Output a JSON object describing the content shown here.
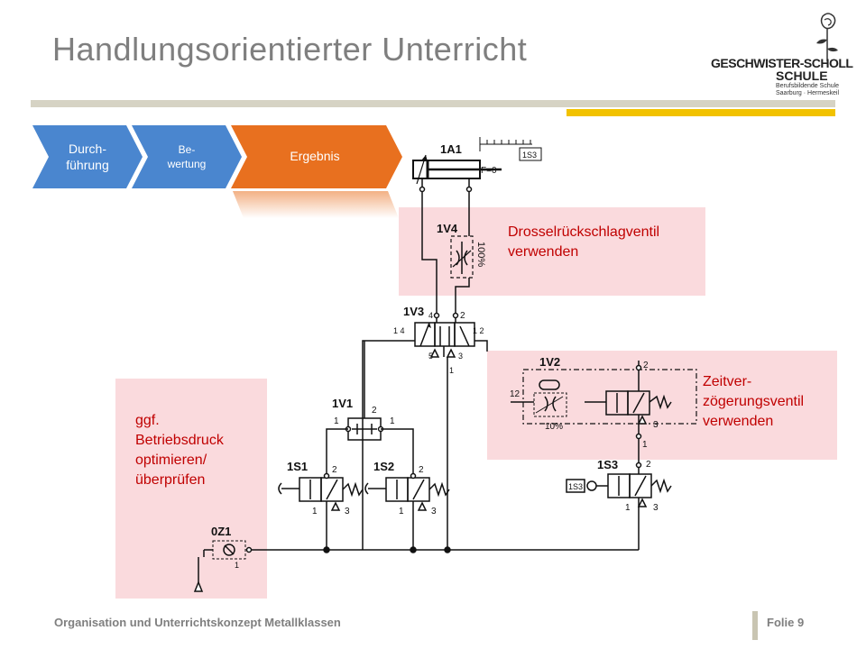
{
  "slide": {
    "title": "Handlungsorientierter Unterricht",
    "footer": "Organisation und Unterrichtskonzept Metallklassen",
    "folio": "Folie 9"
  },
  "logo": {
    "line1": "GESCHWISTER-SCHOLL",
    "line2": "SCHULE",
    "line3a": "Berufsbildende Schule",
    "line3b": "Saarburg · Hermeskeil"
  },
  "process": {
    "steps": [
      {
        "line1": "Durch-",
        "line2": "führung"
      },
      {
        "line1": "Be-",
        "line2": "wertung"
      },
      {
        "line1": "Ergebnis",
        "line2": ""
      }
    ],
    "colors": {
      "step": "#4a86cf",
      "active": "#e8701f"
    }
  },
  "notes": {
    "drossel": {
      "line1": "Drosselrückschlagventil",
      "line2": "verwenden"
    },
    "zeit": {
      "line1": "Zeitver-",
      "line2": "zögerungsventil",
      "line3": "verwenden"
    },
    "druck": {
      "line1": "ggf.",
      "line2": "Betriebsdruck",
      "line3": "optimieren/",
      "line4": "überprüfen"
    }
  },
  "circuit": {
    "cyl": "1A1",
    "force": "F=0",
    "sensor": "1S3",
    "throttle": "1V4",
    "throttle_pct": "100%",
    "main_valve": "1V3",
    "timer": "1V2",
    "timer_pct": "10%",
    "shuttle": "1V1",
    "btn1": "1S1",
    "btn2": "1S2",
    "roller": "1S3",
    "service": "0Z1",
    "p1": "1",
    "p2": "2",
    "p3": "3",
    "p4": "4",
    "p5": "5",
    "p12": "1 2",
    "p14": "1 4",
    "p12b": "12"
  }
}
